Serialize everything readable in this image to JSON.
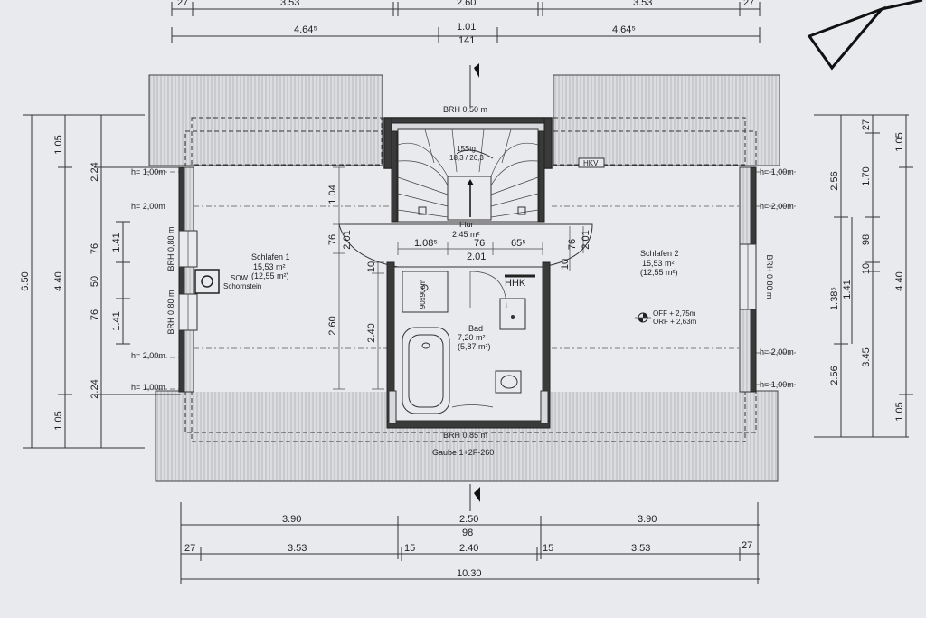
{
  "dims": {
    "top_row1_left": "3.53",
    "top_row1_mid": "2.60",
    "top_row1_right": "3.53",
    "top_row1_l27": "27",
    "top_row1_r27": "27",
    "top_row2_left": "4.64⁵",
    "top_row2_mid": "1.01",
    "top_row2_mid_sub": "141",
    "top_row2_right": "4.64⁵",
    "left_outer_total": "6.50",
    "left_c1_top": "1.05",
    "left_c1_mid": "4.40",
    "left_c1_bot": "1.05",
    "left_c2_top": "2.24",
    "left_c2_bot": "2.24",
    "left_c3_76a": "76",
    "left_c3_50": "50",
    "left_c3_76b": "76",
    "left_c4_141a": "1.41",
    "left_c4_141b": "1.41",
    "right_c1_256a": "2.56",
    "right_c1_256b": "2.56",
    "right_c1_138": "1.38⁵",
    "right_c2_141": "1.41",
    "right_c2_345": "3.45",
    "right_c3_27": "27",
    "right_c3_170": "1.70",
    "right_c3_98": "98",
    "right_c3_10": "10",
    "right_c4_105a": "1.05",
    "right_c4_440": "4.40",
    "right_c4_105b": "1.05",
    "bottom_row1_left": "3.90",
    "bottom_row1_mid": "2.50",
    "bottom_row1_mid_sub": "98",
    "bottom_row1_right": "3.90",
    "bottom_row2_l27": "27",
    "bottom_row2_left": "3.53",
    "bottom_row2_l15": "15",
    "bottom_row2_mid": "2.40",
    "bottom_row2_r15": "15",
    "bottom_row2_right": "3.53",
    "bottom_row2_r27": "27",
    "bottom_total": "10.30",
    "inner_104": "1.04",
    "inner_76a": "76",
    "inner_201a": "2.01",
    "inner_260": "2.60",
    "inner_10a": "10",
    "inner_240": "2.40",
    "flur_108": "1.08⁵",
    "flur_76": "76",
    "flur_65": "65⁵",
    "flur_201": "2.01",
    "inner_76b": "76",
    "inner_201b": "2.01",
    "inner_10b": "10"
  },
  "labels": {
    "brh_top": "BRH 0,50 m",
    "stairs_1": "15Stg.",
    "stairs_2": "18,3 / 26,3",
    "hkv": "HKV",
    "h100_l_top": "h= 1,00m",
    "h200_l_top": "h= 2,00m",
    "h200_l_bot": "h= 2,00m",
    "h100_l_bot": "h= 1,00m",
    "h100_r_top": "h= 1,00m",
    "h200_r_top": "h= 2,00m",
    "h200_r_bot": "h= 2,00m",
    "h100_r_bot": "h= 1,00m",
    "brh_l1": "BRH 0,80 m",
    "brh_l2": "BRH 0,80 m",
    "brh_r": "BRH 0,80 m",
    "room1_name": "Schlafen 1",
    "room1_area": "15,53 m²",
    "room1_net": "(12,55 m²)",
    "sow": "SOW",
    "chimney": "Schornstein",
    "flur_name": "Flur",
    "flur_area": "2,45 m²",
    "hhk": "HHK",
    "shower": "90x90cm",
    "bath_name": "Bad",
    "bath_area": "7,20 m²",
    "bath_net": "(5,87 m²)",
    "room2_name": "Schlafen 2",
    "room2_area": "15,53 m²",
    "room2_net": "(12,55 m²)",
    "off": "OFF + 2,75m",
    "orf": "ORF + 2,63m",
    "brh_bottom": "BRH 0,85 m",
    "gaube": "Gaube 1+2F-260"
  }
}
